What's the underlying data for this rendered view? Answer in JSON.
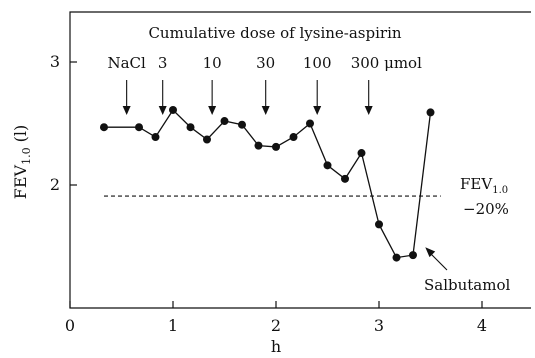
{
  "chart_data": {
    "type": "line",
    "title": "",
    "xlabel": "h",
    "ylabel": "FEV",
    "ylabel_sub": "1.0",
    "ylabel_unit": " (l)",
    "xlim": [
      0,
      4.5
    ],
    "ylim": [
      1.0,
      3.4
    ],
    "x_ticks": [
      0,
      1,
      2,
      3,
      4
    ],
    "x_tick_labels": [
      "0",
      "1",
      "2",
      "3",
      "4"
    ],
    "y_ticks": [
      2,
      3
    ],
    "y_tick_labels": [
      "2",
      "3"
    ],
    "grid": false,
    "series": [
      {
        "x": [
          0.33,
          0.67,
          0.83,
          1.0,
          1.17,
          1.33,
          1.5,
          1.67,
          1.83,
          2.0,
          2.17,
          2.33,
          2.5,
          2.67,
          2.83,
          3.0,
          3.17,
          3.33,
          3.5
        ],
        "y": [
          2.47,
          2.47,
          2.39,
          2.61,
          2.47,
          2.37,
          2.52,
          2.49,
          2.32,
          2.31,
          2.39,
          2.5,
          2.16,
          2.05,
          2.26,
          1.68,
          1.41,
          1.43,
          2.59
        ]
      }
    ],
    "threshold": {
      "y": 1.91,
      "x_start": 0.33,
      "x_end": 3.6,
      "label_line1_main": "FEV",
      "label_line1_sub": "1.0",
      "label_line2": "−20%"
    },
    "dose_header": "Cumulative dose of lysine-aspirin",
    "doses": [
      {
        "label": "NaCl",
        "x": 0.55
      },
      {
        "label": "3",
        "x": 0.9
      },
      {
        "label": "10",
        "x": 1.38
      },
      {
        "label": "30",
        "x": 1.9
      },
      {
        "label": "100",
        "x": 2.4
      },
      {
        "label": "300 μmol",
        "x": 2.9
      }
    ],
    "annotation": {
      "text": "Salbutamol",
      "target_x": 3.43,
      "target_y": 1.51
    }
  }
}
